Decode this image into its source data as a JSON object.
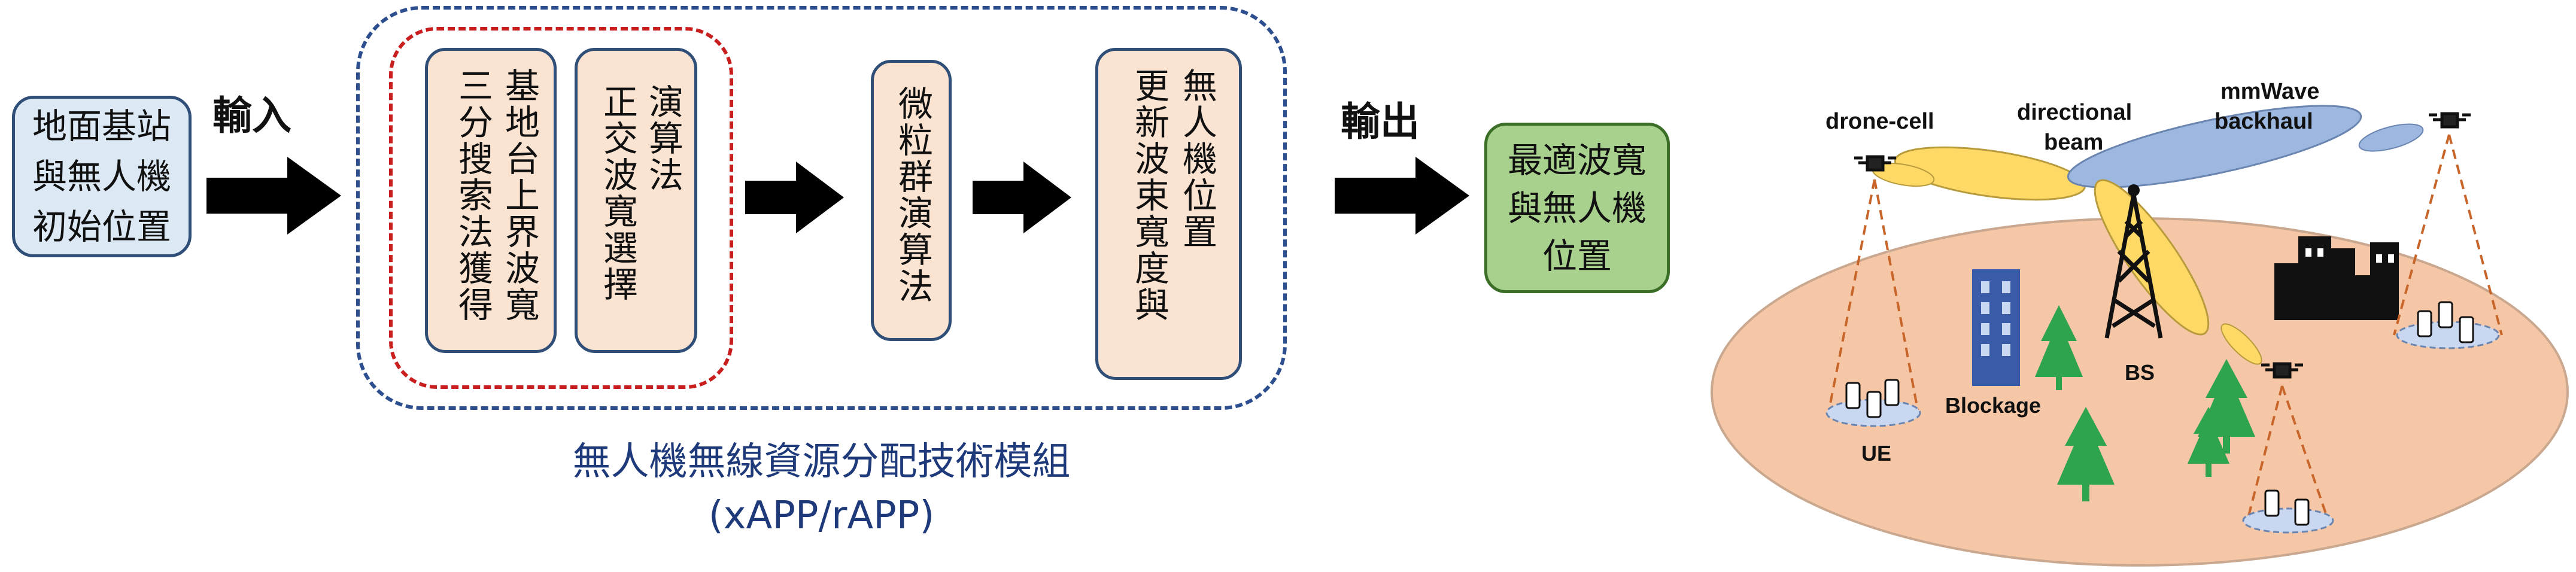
{
  "flow": {
    "input_label": "地面基站\n與無人機\n初始位置",
    "input_arrow_label": "輸入",
    "step1_col1": "基地台上界波寬",
    "step1_col2": "三分搜索法獲得",
    "step2_col1": "演算法",
    "step2_col2": "正交波寬選擇",
    "step3": "微粒群演算法",
    "step4_col1": "無人機位置",
    "step4_col2": "更新波束寬度與",
    "output_arrow_label": "輸出",
    "output_label": "最適波寬\n與無人機\n位置"
  },
  "module": {
    "caption_line1": "無人機無線資源分配技術模組",
    "caption_line2": "(xAPP/rAPP)"
  },
  "scene": {
    "label_drone_cell": "drone-cell",
    "label_directional_line1": "directional",
    "label_directional_line2": "beam",
    "label_mmwave_line1": "mmWave",
    "label_mmwave_line2": "backhaul",
    "label_blockage": "Blockage",
    "label_bs": "BS",
    "label_ue": "UE"
  },
  "colors": {
    "input_fill": "#dce9f5",
    "step_fill": "#fbe3d2",
    "output_fill": "#a9d18e",
    "module_border": "#2d4f8f",
    "inner_border": "#c81e1e",
    "ground": "#f6c7a6",
    "beam_yellow": "#ffd966",
    "beam_blue": "#9db8e0",
    "tree": "#2ea44f",
    "building_blue": "#3a5ba8"
  }
}
